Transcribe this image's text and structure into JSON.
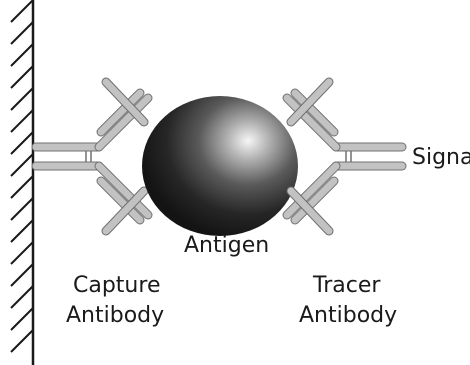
{
  "labels": {
    "antigen": "Antigen",
    "capture_line1": "Capture",
    "capture_line2": "Antibody",
    "tracer_line1": "Tracer",
    "tracer_line2": "Antibody",
    "signal": "Signa"
  },
  "colors": {
    "antibody_fill": "#c2c2c2",
    "antibody_stroke": "#707070",
    "wall_hatch": "#1a1a1a",
    "text": "#1a1a1a",
    "antigen_highlight": "#f4f4f4",
    "antigen_dark": "#161616"
  }
}
